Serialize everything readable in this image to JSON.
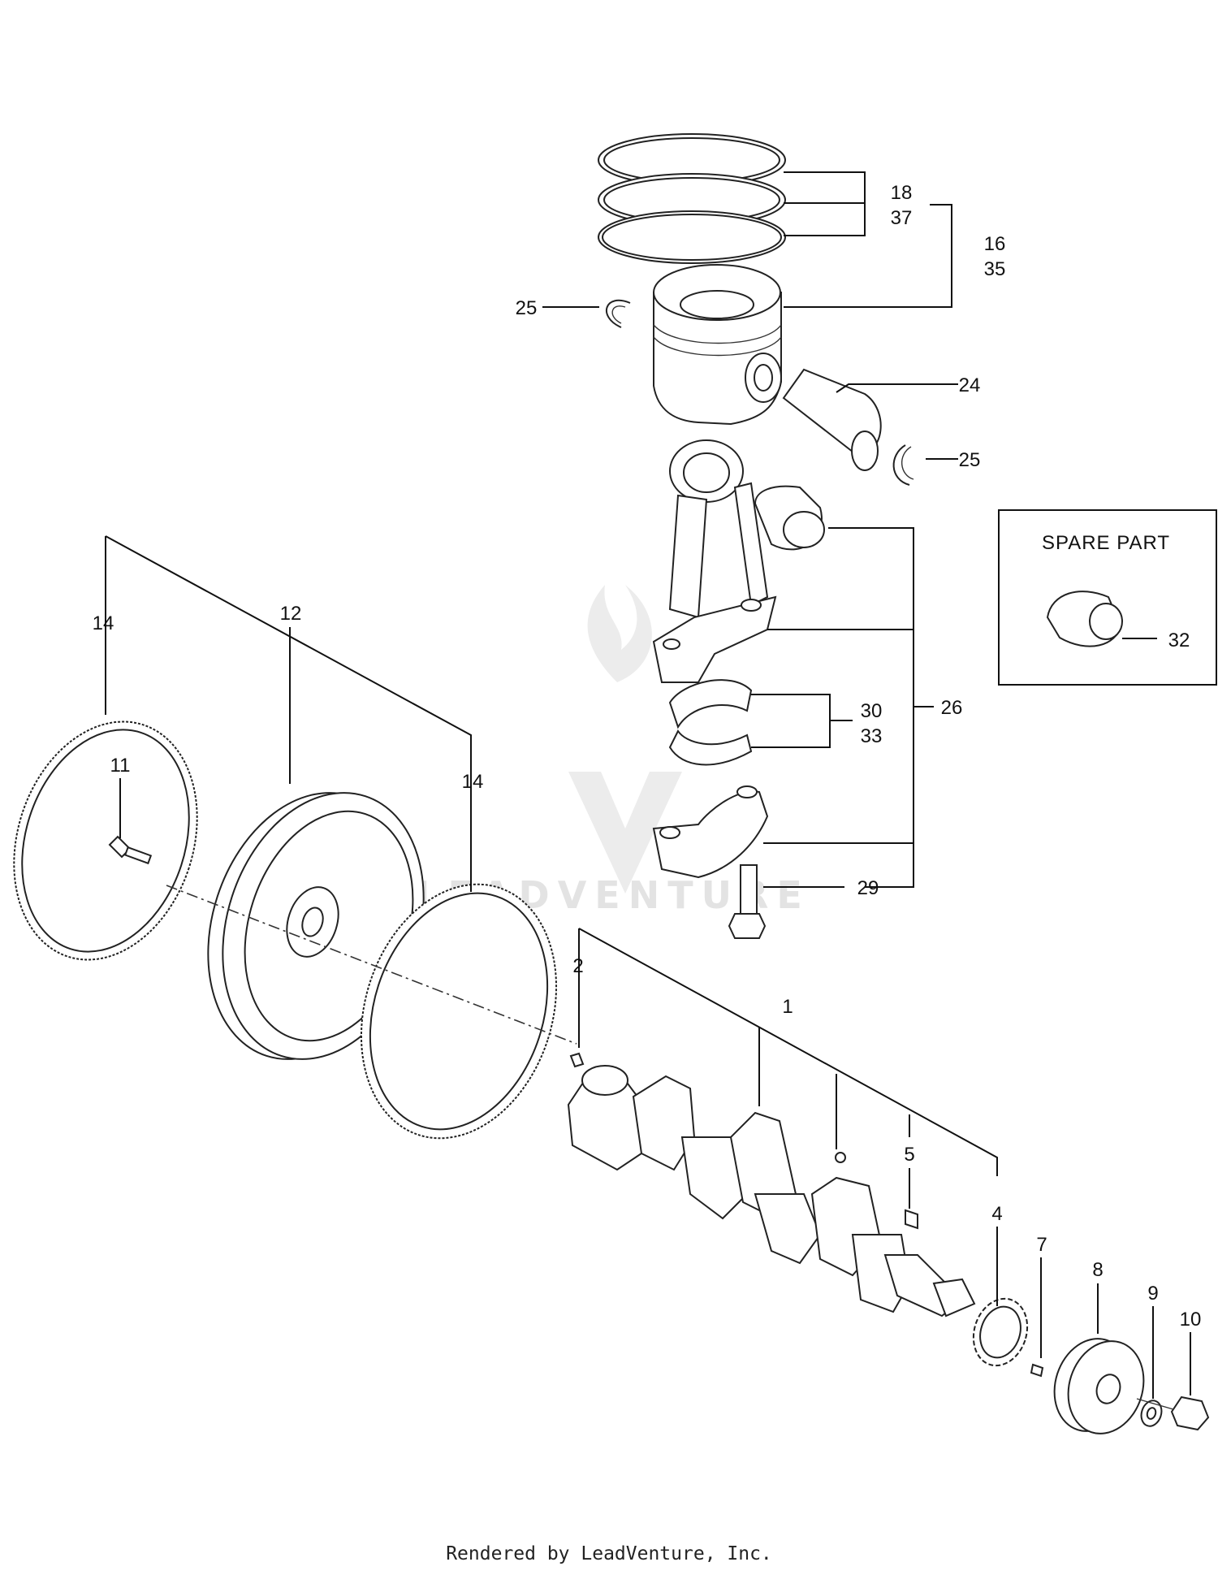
{
  "watermark": "LEADVENTURE",
  "spare_box": {
    "title": "SPARE PART"
  },
  "footer": "Rendered by LeadVenture, Inc.",
  "callouts": {
    "p1": "1",
    "p2": "2",
    "p4": "4",
    "p5": "5",
    "p7": "7",
    "p8": "8",
    "p9": "9",
    "p10": "10",
    "p11": "11",
    "p12": "12",
    "p14a": "14",
    "p14b": "14",
    "p16": "16",
    "p35": "35",
    "p18": "18",
    "p37": "37",
    "p24": "24",
    "p25a": "25",
    "p25b": "25",
    "p26": "26",
    "p29": "29",
    "p30": "30",
    "p33": "33",
    "p32": "32"
  },
  "colors": {
    "line": "#111111",
    "watermark": "#e3e3e3",
    "background": "#ffffff"
  }
}
